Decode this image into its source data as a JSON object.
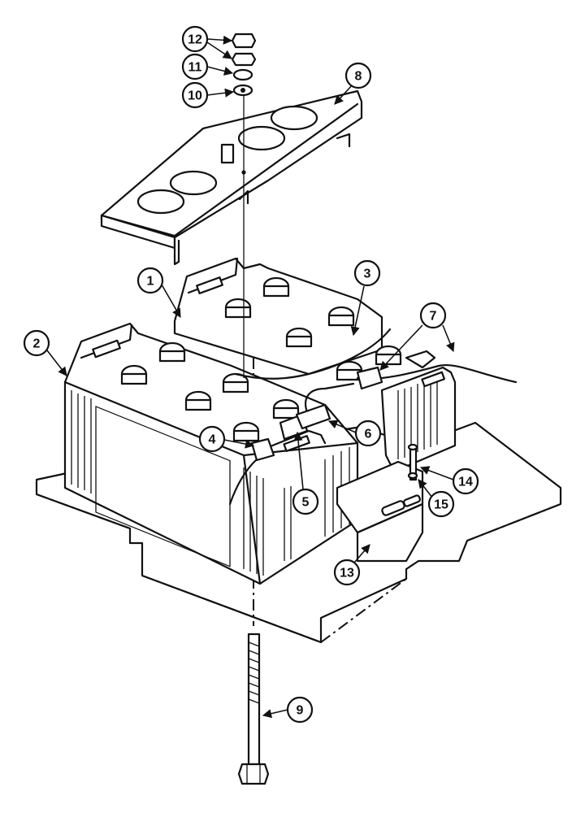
{
  "diagram": {
    "callouts": [
      {
        "id": "c1",
        "label": "1"
      },
      {
        "id": "c2",
        "label": "2"
      },
      {
        "id": "c3",
        "label": "3"
      },
      {
        "id": "c4",
        "label": "4"
      },
      {
        "id": "c5",
        "label": "5"
      },
      {
        "id": "c6",
        "label": "6"
      },
      {
        "id": "c7",
        "label": "7"
      },
      {
        "id": "c8",
        "label": "8"
      },
      {
        "id": "c9",
        "label": "9"
      },
      {
        "id": "c10",
        "label": "10"
      },
      {
        "id": "c11",
        "label": "11"
      },
      {
        "id": "c12",
        "label": "12"
      },
      {
        "id": "c13",
        "label": "13"
      },
      {
        "id": "c14",
        "label": "14"
      },
      {
        "id": "c15",
        "label": "15"
      }
    ],
    "colors": {
      "line": "#111111",
      "background": "#ffffff"
    }
  }
}
